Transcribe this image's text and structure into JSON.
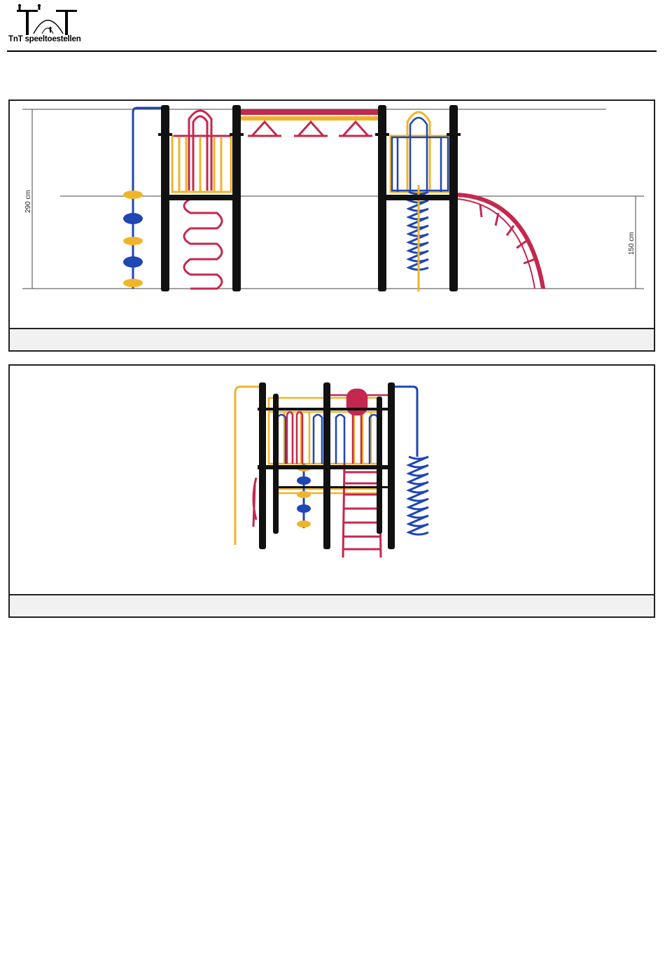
{
  "header": {
    "company_name": "TnT speeltoestellen"
  },
  "side_view": {
    "height_total": "290 cm",
    "height_platform": "150 cm",
    "caption": ""
  },
  "front_view": {
    "caption": ""
  },
  "colors": {
    "post": "#111111",
    "red": "#c4284e",
    "yellow": "#f0b428",
    "blue": "#1e46b4",
    "dimension_line": "#444444"
  }
}
